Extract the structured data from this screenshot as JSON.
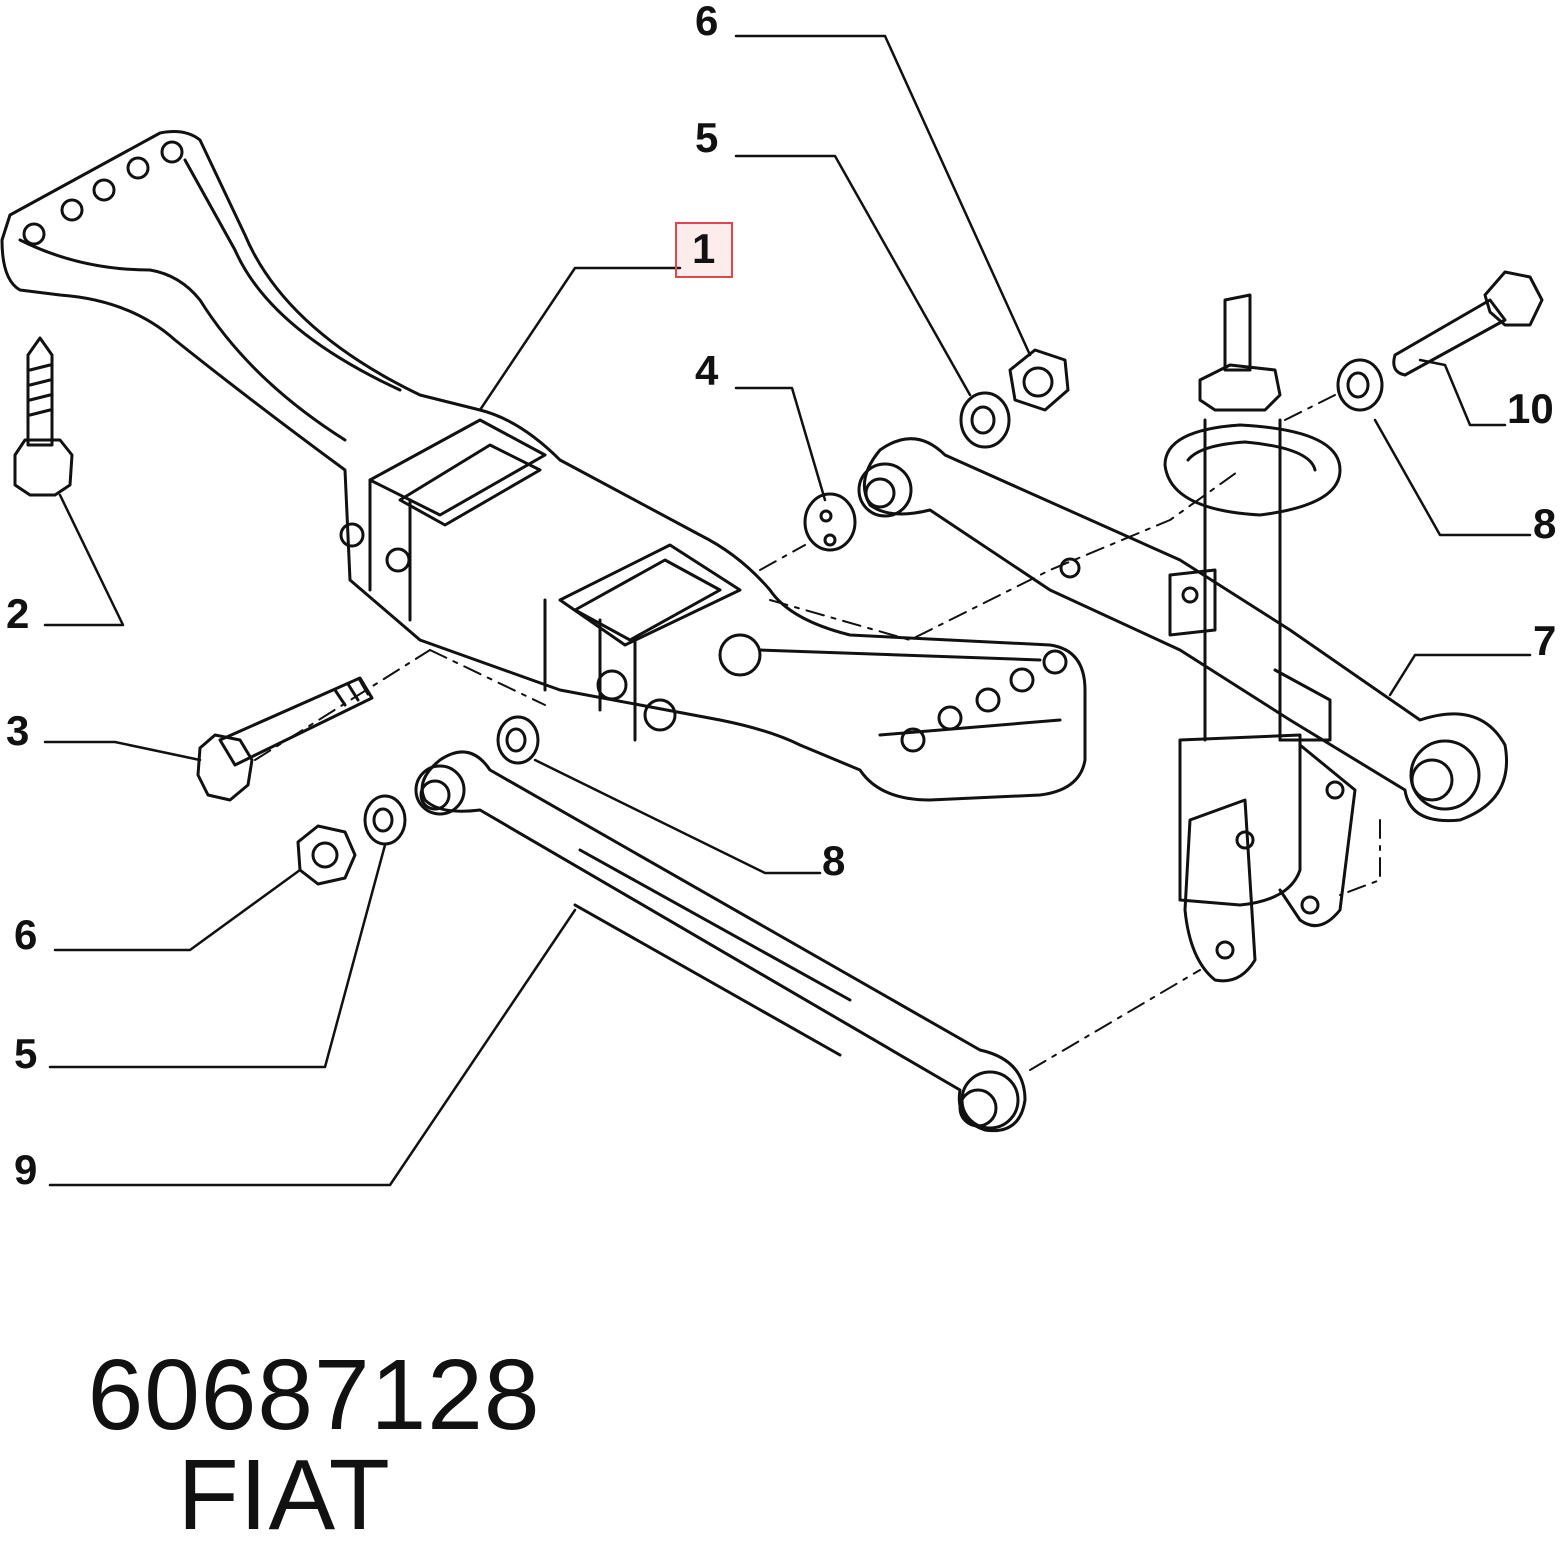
{
  "callouts": [
    {
      "id": "part-1",
      "label": "1",
      "highlighted": true
    },
    {
      "id": "part-2",
      "label": "2"
    },
    {
      "id": "part-3",
      "label": "3"
    },
    {
      "id": "part-4",
      "label": "4"
    },
    {
      "id": "part-5-top",
      "label": "5"
    },
    {
      "id": "part-5-bottom",
      "label": "5"
    },
    {
      "id": "part-6-top",
      "label": "6"
    },
    {
      "id": "part-6-bottom",
      "label": "6"
    },
    {
      "id": "part-7",
      "label": "7"
    },
    {
      "id": "part-8-right",
      "label": "8"
    },
    {
      "id": "part-8-bottom",
      "label": "8"
    },
    {
      "id": "part-9",
      "label": "9"
    },
    {
      "id": "part-10",
      "label": "10"
    }
  ],
  "caption": {
    "part_number": "60687128",
    "brand": "FIAT"
  },
  "colors": {
    "line": "#111111",
    "highlight": "#e04848",
    "background": "#ffffff"
  }
}
